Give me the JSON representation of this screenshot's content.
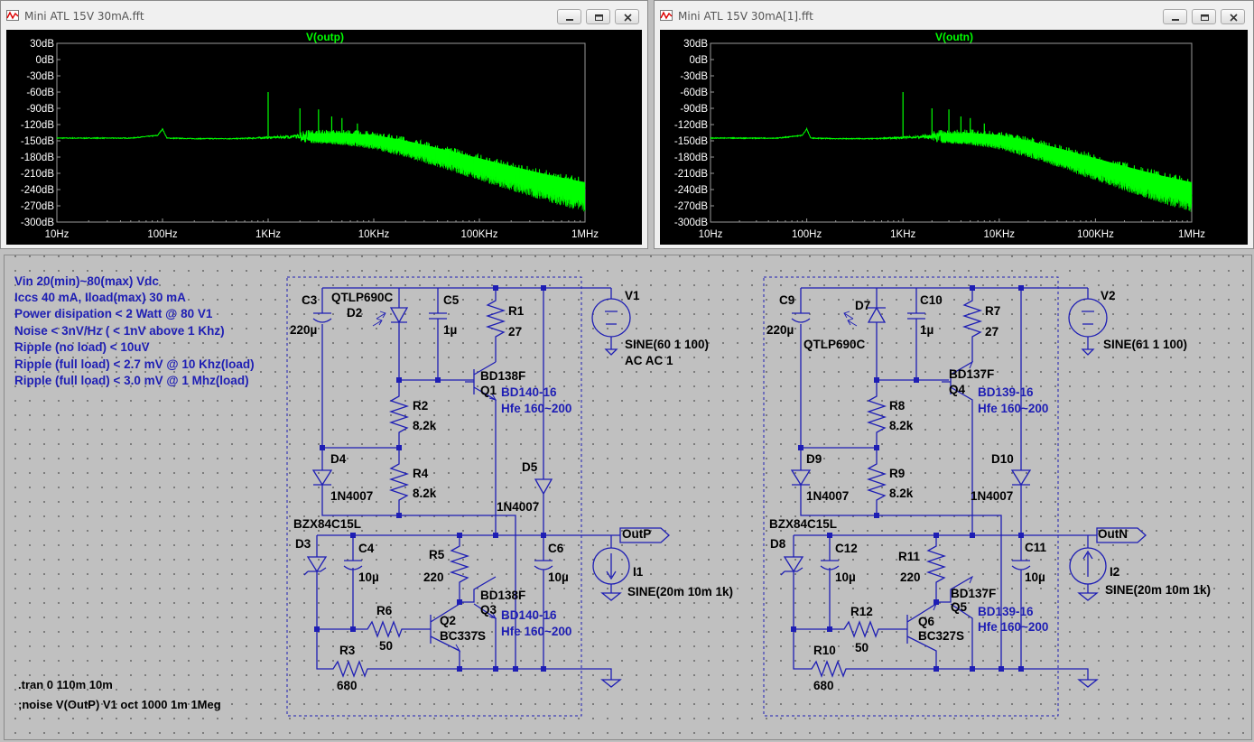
{
  "windows": [
    {
      "title": "Mini ATL 15V 30mA.fft",
      "trace_label": "V(outp)",
      "y_ticks": [
        "30dB",
        "0dB",
        "-30dB",
        "-60dB",
        "-90dB",
        "-120dB",
        "-150dB",
        "-180dB",
        "-210dB",
        "-240dB",
        "-270dB",
        "-300dB"
      ],
      "x_ticks": [
        "10Hz",
        "100Hz",
        "1KHz",
        "10KHz",
        "100KHz",
        "1MHz"
      ]
    },
    {
      "title": "Mini ATL 15V 30mA[1].fft",
      "trace_label": "V(outn)",
      "y_ticks": [
        "30dB",
        "0dB",
        "-30dB",
        "-60dB",
        "-90dB",
        "-120dB",
        "-150dB",
        "-180dB",
        "-210dB",
        "-240dB",
        "-270dB",
        "-300dB"
      ],
      "x_ticks": [
        "10Hz",
        "100Hz",
        "1KHz",
        "10KHz",
        "100KHz",
        "1MHz"
      ]
    }
  ],
  "chart_data": [
    {
      "type": "line",
      "title": "V(outp)",
      "x_scale": "log",
      "xlim": [
        10,
        1000000
      ],
      "ylim": [
        -300,
        30
      ],
      "y_unit": "dB",
      "grid": false,
      "color": "#00ff00",
      "series": [
        {
          "name": "V(outp)",
          "x": [
            10,
            50,
            90,
            100,
            110,
            200,
            500,
            1000,
            2000,
            5000,
            10000,
            20000,
            50000,
            100000,
            200000,
            500000,
            1000000
          ],
          "y": [
            -145,
            -145,
            -140,
            -128,
            -145,
            -146,
            -146,
            -144,
            -142,
            -143,
            -148,
            -160,
            -180,
            -196,
            -212,
            -232,
            -245
          ]
        }
      ],
      "spikes": [
        {
          "x": 1000,
          "y": -60
        },
        {
          "x": 2000,
          "y": -90
        },
        {
          "x": 3000,
          "y": -92
        },
        {
          "x": 4000,
          "y": -105
        },
        {
          "x": 5000,
          "y": -108
        },
        {
          "x": 7000,
          "y": -118
        }
      ]
    },
    {
      "type": "line",
      "title": "V(outn)",
      "x_scale": "log",
      "xlim": [
        10,
        1000000
      ],
      "ylim": [
        -300,
        30
      ],
      "y_unit": "dB",
      "grid": false,
      "color": "#00ff00",
      "series": [
        {
          "name": "V(outn)",
          "x": [
            10,
            50,
            90,
            100,
            110,
            200,
            500,
            1000,
            2000,
            5000,
            10000,
            20000,
            50000,
            100000,
            200000,
            500000,
            1000000
          ],
          "y": [
            -145,
            -145,
            -140,
            -128,
            -145,
            -146,
            -146,
            -144,
            -142,
            -143,
            -148,
            -160,
            -180,
            -196,
            -212,
            -232,
            -245
          ]
        }
      ],
      "spikes": [
        {
          "x": 1000,
          "y": -60
        },
        {
          "x": 2000,
          "y": -90
        },
        {
          "x": 3000,
          "y": -92
        },
        {
          "x": 4000,
          "y": -105
        },
        {
          "x": 5000,
          "y": -108
        },
        {
          "x": 7000,
          "y": -118
        }
      ]
    }
  ],
  "notes": [
    "Vin 20(min)~80(max) Vdc",
    "Iccs 40 mA, Iload(max) 30 mA",
    "Power disipation < 2 Watt @ 80 V1",
    "Noise < 3nV/Hz ( < 1nV above 1 Khz)",
    "Ripple (no load) < 10uV",
    "Ripple (full load) < 2.7 mV @ 10 Khz(load)",
    "Ripple (full load) < 3.0 mV @ 1 Mhz(load)"
  ],
  "directives": [
    ".tran 0 110m 10m",
    ";noise V(OutP) V1 oct 1000 1m 1Meg"
  ],
  "pos": {
    "C3": "C3",
    "C3v": "220µ",
    "QTLP1": "QTLP690C",
    "D2": "D2",
    "C5": "C5",
    "C5v": "1µ",
    "R1": "R1",
    "R1v": "27",
    "V1": "V1",
    "V1a": "SINE(60 1 100)",
    "V1b": "AC AC 1",
    "Q1a": "BD138F",
    "Q1": "Q1",
    "Q1b": "BD140-16",
    "Q1c": "Hfe 160~200",
    "R2": "R2",
    "R2v": "8.2k",
    "D4": "D4",
    "D4v": "1N4007",
    "R4": "R4",
    "R4v": "8.2k",
    "D5": "D5",
    "D5v": "1N4007",
    "BZX": "BZX84C15L",
    "D3": "D3",
    "C4": "C4",
    "C4v": "10µ",
    "OutP": "OutP",
    "R5": "R5",
    "R5v": "220",
    "C6": "C6",
    "C6v": "10µ",
    "I1": "I1",
    "I1v": "SINE(20m 10m 1k)",
    "Q3a": "BD138F",
    "Q3": "Q3",
    "Q3b": "BD140-16",
    "Q3c": "Hfe 160~200",
    "R6": "R6",
    "R6v": "50",
    "Q2": "Q2",
    "Q2v": "BC337S",
    "R3": "R3",
    "R3v": "680"
  },
  "neg": {
    "C9": "C9",
    "C9v": "220µ",
    "D7": "D7",
    "QTLP2": "QTLP690C",
    "C10": "C10",
    "C10v": "1µ",
    "R7": "R7",
    "R7v": "27",
    "V2": "V2",
    "V2a": "SINE(61 1 100)",
    "Q4a": "BD137F",
    "Q4": "Q4",
    "Q4b": "BD139-16",
    "Q4c": "Hfe 160~200",
    "R8": "R8",
    "R8v": "8.2k",
    "D9": "D9",
    "D9v": "1N4007",
    "R9": "R9",
    "R9v": "8.2k",
    "D10": "D10",
    "D10v": "1N4007",
    "BZX": "BZX84C15L",
    "D8": "D8",
    "C12": "C12",
    "C12v": "10µ",
    "OutN": "OutN",
    "R11": "R11",
    "R11v": "220",
    "C11": "C11",
    "C11v": "10µ",
    "I2": "I2",
    "I2v": "SINE(20m 10m 1k)",
    "Q5a": "BD137F",
    "Q5": "Q5",
    "Q5b": "BD139-16",
    "Q5c": "Hfe 160~200",
    "R12": "R12",
    "R12v": "50",
    "Q6": "Q6",
    "Q6v": "BC327S",
    "R10": "R10",
    "R10v": "680"
  },
  "colors": {
    "trace": "#00ff00",
    "wire": "#1e1eb4",
    "plot_bg": "#000000",
    "sheet_bg": "#c0c0c0"
  }
}
